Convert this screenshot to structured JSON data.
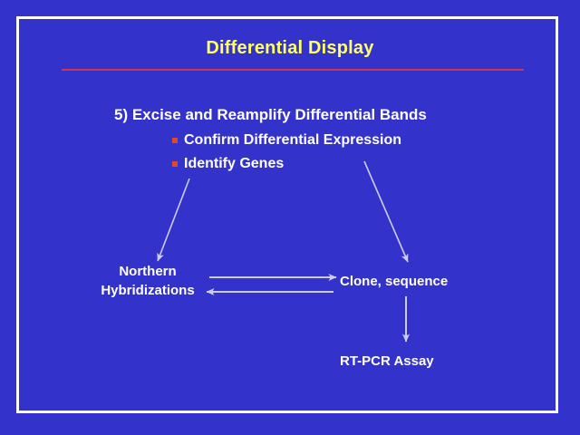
{
  "slide": {
    "title": "Differential Display",
    "background_color": "#3333cc",
    "title_color": "#ffff66",
    "rule_color": "#cc3355",
    "frame_color": "#ffffff",
    "text_color": "#ffffff",
    "bullet_color": "#e04828",
    "arrow_color": "#ccccee"
  },
  "content": {
    "main_bullet": "5) Excise and Reamplify Differential Bands",
    "sub_bullets": [
      {
        "marker": "square-bullet",
        "label": "Confirm Differential Expression"
      },
      {
        "marker": "square-bullet",
        "label": "Identify Genes"
      }
    ]
  },
  "flow": {
    "nodes": [
      {
        "id": "northern",
        "line1": "Northern",
        "line2": "Hybridizations"
      },
      {
        "id": "clone",
        "label": "Clone, sequence"
      },
      {
        "id": "rtpcr",
        "label": "RT-PCR Assay"
      }
    ],
    "connectors": [
      {
        "name": "arrow-to-northern",
        "direction": "down-left"
      },
      {
        "name": "arrow-to-clone",
        "direction": "down-right"
      },
      {
        "name": "arrow-northern-to-clone",
        "direction": "right"
      },
      {
        "name": "arrow-clone-to-northern",
        "direction": "left"
      },
      {
        "name": "arrow-clone-to-rtpcr",
        "direction": "down"
      }
    ]
  }
}
